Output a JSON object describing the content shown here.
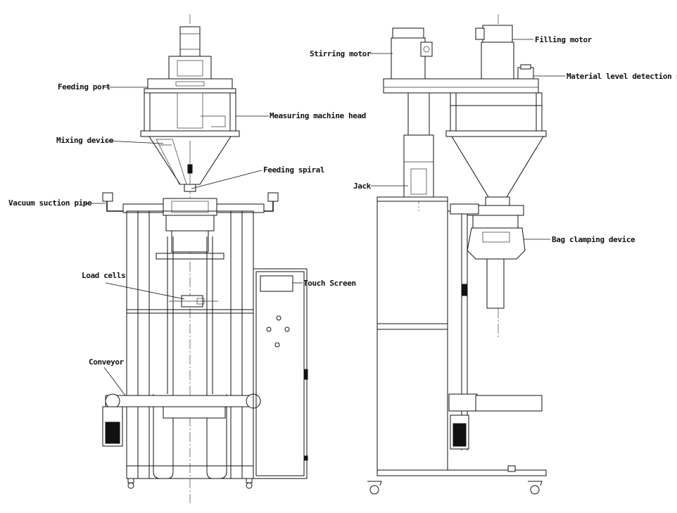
{
  "labels": {
    "feeding_port": "Feeding port",
    "measuring_machine_head": "Measuring machine head",
    "mixing_device": "Mixing device",
    "feeding_spiral": "Feeding spiral",
    "vacuum_suction_pipe": "Vacuum suction pipe",
    "load_cells": "Load cells",
    "touch_screen": "Touch Screen",
    "conveyor": "Conveyor",
    "stirring_motor": "Stirring motor",
    "filling_motor": "Filling motor",
    "material_level_detection_switch": "Material level detection switch",
    "jack": "Jack",
    "bag_clamping_device": "Bag clamping device"
  }
}
